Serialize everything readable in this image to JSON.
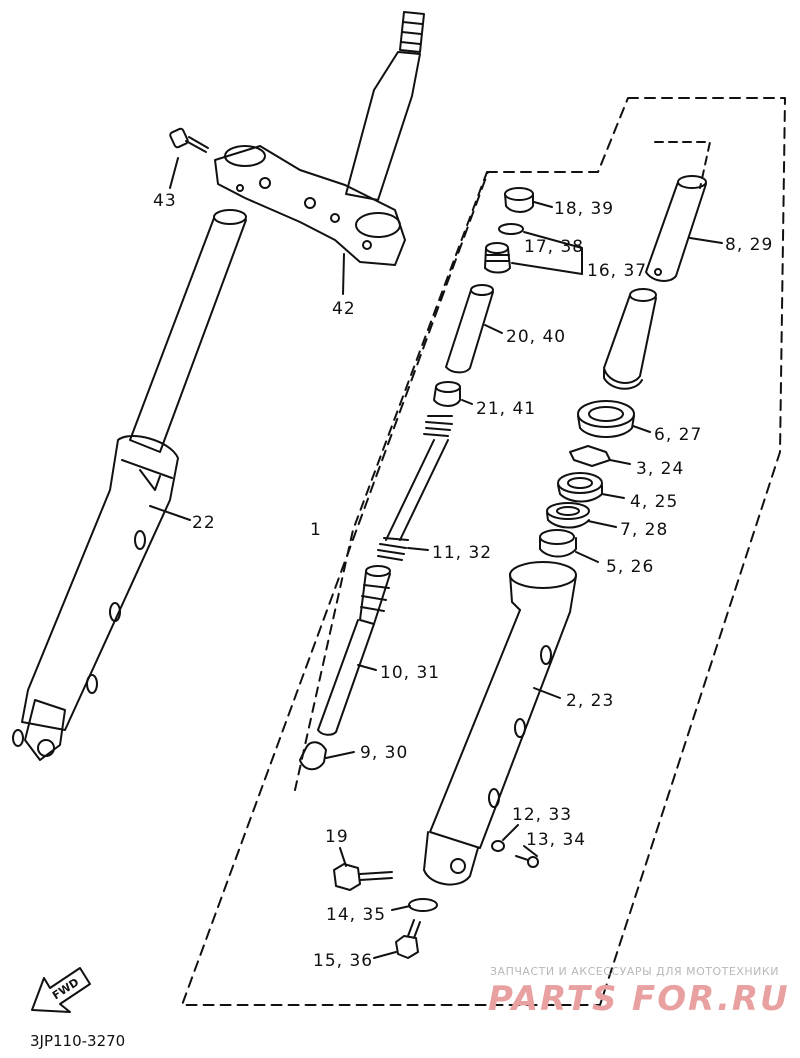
{
  "diagram_code": "3JP110-3270",
  "fwd_label": "FWD",
  "watermark": {
    "tagline": "ЗАПЧАСТИ И АКСЕССУАРЫ ДЛЯ МОТОТЕХНИКИ",
    "brand_left": "PARTS",
    "brand_right": "FOR.RU"
  },
  "callouts": {
    "c43": "43",
    "c42": "42",
    "c22": "22",
    "c1": "1",
    "c18": "18, 39",
    "c17": "17, 38",
    "c16": "16, 37",
    "c8": "8, 29",
    "c20": "20, 40",
    "c21": "21, 41",
    "c6": "6, 27",
    "c3": "3, 24",
    "c4": "4, 25",
    "c7": "7, 28",
    "c5": "5, 26",
    "c11": "11, 32",
    "c10": "10, 31",
    "c2": "2, 23",
    "c9": "9, 30",
    "c12": "12, 33",
    "c13": "13, 34",
    "c19": "19",
    "c14": "14, 35",
    "c15": "15, 36"
  },
  "colors": {
    "ink": "#111111",
    "watermark_red": "#e8a0a0",
    "watermark_gray": "#b8b8b8"
  }
}
